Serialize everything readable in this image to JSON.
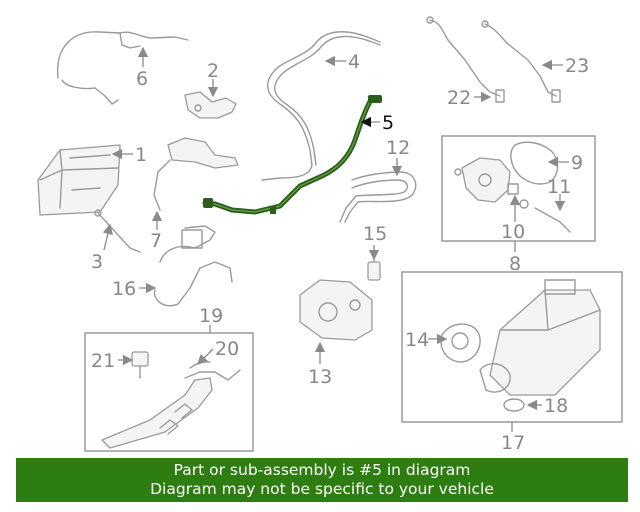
{
  "callouts": {
    "c1": "1",
    "c2": "2",
    "c3": "3",
    "c4": "4",
    "c5": "5",
    "c6": "6",
    "c7": "7",
    "c8": "8",
    "c9": "9",
    "c10": "10",
    "c11": "11",
    "c12": "12",
    "c13": "13",
    "c14": "14",
    "c15": "15",
    "c16": "16",
    "c17": "17",
    "c18": "18",
    "c19": "19",
    "c20": "20",
    "c21": "21",
    "c22": "22",
    "c23": "23"
  },
  "highlighted_part": "5",
  "colors": {
    "highlight": "#2a5e1a",
    "banner": "#2e7d10",
    "parts": "#9a9a9a"
  },
  "banner": {
    "line1": "Part or sub-assembly is #5 in diagram",
    "line2": "Diagram may not be specific to your vehicle"
  }
}
